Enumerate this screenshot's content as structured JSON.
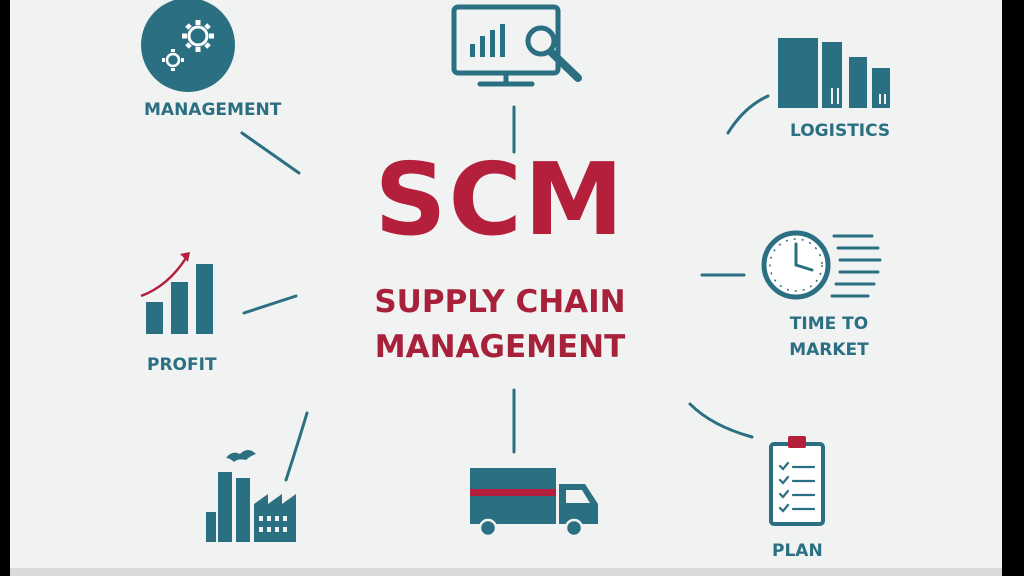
{
  "title": {
    "acronym": "SCM",
    "line1": "SUPPLY CHAIN",
    "line2": "MANAGEMENT"
  },
  "nodes": {
    "management": {
      "label": "MANAGEMENT",
      "icon": "gears-icon"
    },
    "analytics": {
      "icon": "monitor-chart-magnifier-icon"
    },
    "logistics": {
      "label": "LOGISTICS",
      "icon": "bar-chart-arrows-icon"
    },
    "time_to_market": {
      "line1": "TIME TO",
      "line2": "MARKET",
      "icon": "clock-speed-icon"
    },
    "plan": {
      "label": "PLAN",
      "icon": "clipboard-checklist-icon"
    },
    "delivery": {
      "icon": "truck-icon"
    },
    "production": {
      "icon": "factory-icon"
    },
    "profit": {
      "label": "PROFIT",
      "icon": "growth-chart-icon"
    }
  },
  "colors": {
    "teal": "#2a6f82",
    "red": "#b41f3b",
    "background": "#f1f2f2"
  }
}
